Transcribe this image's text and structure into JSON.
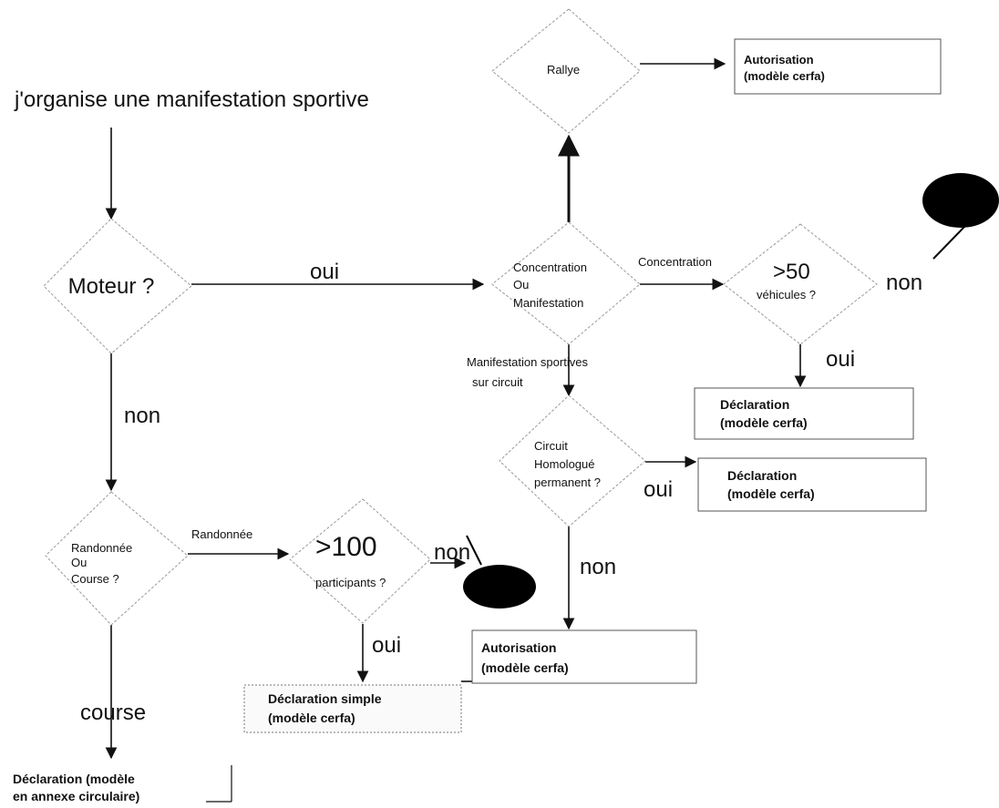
{
  "title_text": "j'organise une manifestation sportive",
  "decisions": {
    "moteur": "Moteur ?",
    "rallye": "Rallye",
    "concentration": [
      "Concentration",
      "Ou",
      "Manifestation"
    ],
    "vehicules": [
      ">50",
      "véhicules ?"
    ],
    "circuit": [
      "Circuit",
      "Homologué",
      "permanent ?"
    ],
    "randonnee": [
      "Randonnée",
      "Ou",
      "Course ?"
    ],
    "participants": [
      ">100",
      "participants ?"
    ]
  },
  "edge_labels": {
    "oui_moteur": "oui",
    "non_moteur": "non",
    "concentration": "Concentration",
    "non_vehicules": "non",
    "oui_vehicules": "oui",
    "manif_circuit": [
      "Manifestation sportives",
      "sur circuit"
    ],
    "oui_circuit": "oui",
    "non_circuit": "non",
    "randonnee": "Randonnée",
    "non_participants": "non",
    "oui_participants": "oui",
    "course": "course"
  },
  "outcomes": {
    "autorisation_rallye": [
      "Autorisation",
      "(modèle cerfa)"
    ],
    "declaration_vehicules": [
      "Déclaration",
      "(modèle cerfa)"
    ],
    "declaration_circuit": [
      "Déclaration",
      "(modèle cerfa)"
    ],
    "autorisation_circuit": [
      "Autorisation",
      "(modèle cerfa)"
    ],
    "declaration_simple": [
      "Déclaration simple",
      "(modèle cerfa)"
    ],
    "declaration_course": [
      "Déclaration (modèle",
      "en annexe circulaire)"
    ]
  },
  "colors": {
    "line": "#111111",
    "blob": "#000000",
    "diamond_border": "#9a9a9a"
  }
}
